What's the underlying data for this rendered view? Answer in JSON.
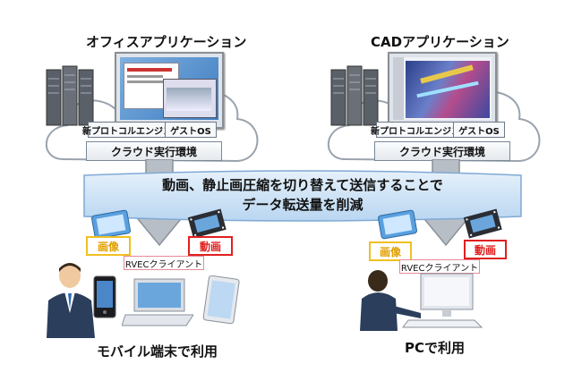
{
  "left": {
    "title": "オフィスアプリケーション",
    "protocol_engine": "新プロトコルエンジン",
    "guest_os": "ゲストOS",
    "cloud_env": "クラウド実行環境",
    "tag_image": "画像",
    "tag_video": "動画",
    "client": "RVECクライアント",
    "footer": "モバイル端末で利用"
  },
  "right": {
    "title": "CADアプリケーション",
    "protocol_engine": "新プロトコルエンジン",
    "guest_os": "ゲストOS",
    "cloud_env": "クラウド実行環境",
    "tag_image": "画像",
    "tag_video": "動画",
    "client": "RVECクライアント",
    "footer": "PCで利用"
  },
  "banner": {
    "line1": "動画、静止画圧縮を切り替えて送信することで",
    "line2": "データ転送量を削減"
  },
  "colors": {
    "banner_fill": "#cfe3f6",
    "banner_edge": "#7fa9d4",
    "arrow": "#b8bec6",
    "tag_yellow": "#f0c020",
    "tag_red": "#e02020"
  }
}
